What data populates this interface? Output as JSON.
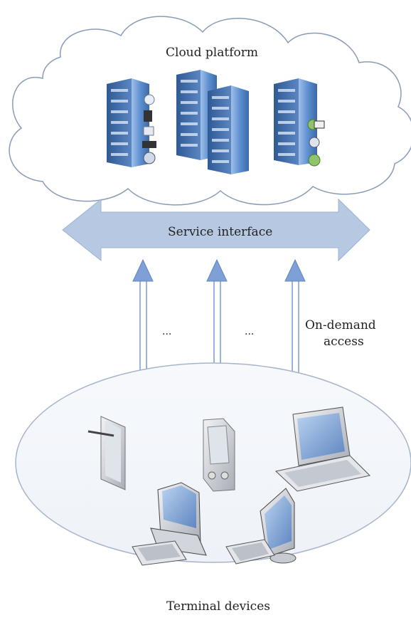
{
  "labels": {
    "cloud": "Cloud platform",
    "service": "Service interface",
    "access_line1": "On-demand",
    "access_line2": "access",
    "ellipsis_left": "...",
    "ellipsis_right": "...",
    "terminal": "Terminal devices"
  },
  "colors": {
    "arrow_fill": "#b7c9e2",
    "cloud_stroke": "#8a9bb5",
    "server_blue": "#4a7cc0",
    "device_gray": "#c9ccd3"
  },
  "icons": {
    "servers": [
      "server-rack-icon",
      "server-rack-icon",
      "server-rack-icon",
      "server-rack-icon"
    ],
    "devices": [
      "tablet-pen-icon",
      "pda-icon",
      "laptop-icon",
      "desktop-computer-icon",
      "monitor-icon"
    ]
  }
}
